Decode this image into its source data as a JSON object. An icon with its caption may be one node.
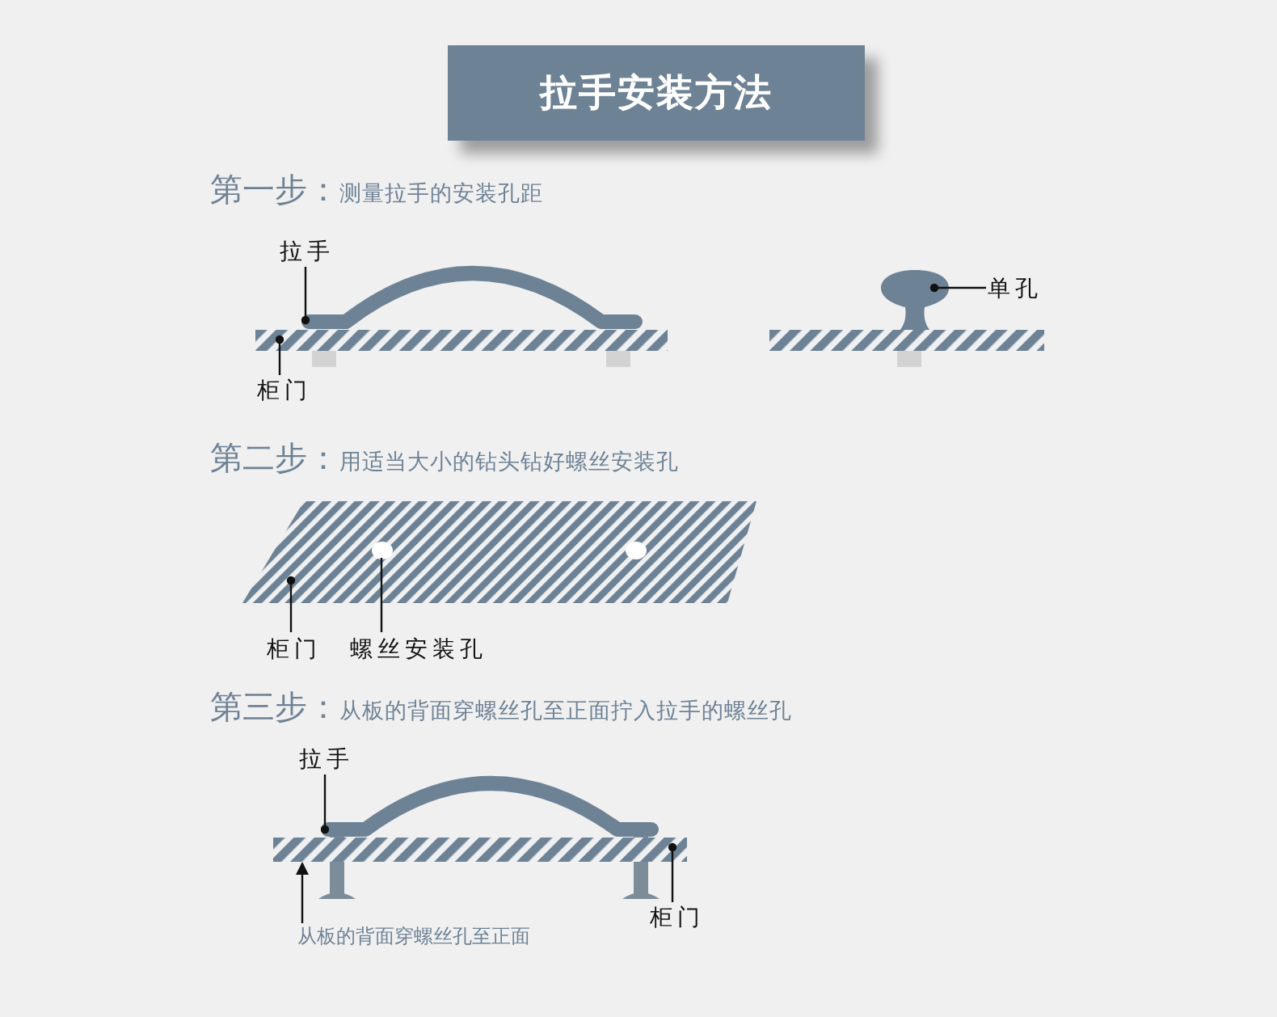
{
  "diagram": {
    "title": "拉手安装方法",
    "nodes": [
      {
        "text": [
          "拉手"
        ]
      },
      {
        "text": [],
        "shape": "bar"
      },
      {
        "text": [],
        "shape": "box"
      },
      {
        "text": [
          "柜门"
        ]
      },
      {
        "text": [],
        "shape": "circle"
      },
      {
        "text": [
          "单孔"
        ]
      },
      {
        "text": [],
        "shape": "box"
      },
      {
        "text": [],
        "shape": "circle",
        "in": 6
      },
      {
        "text": [
          "柜门"
        ]
      },
      {
        "text": [
          "螺丝安装孔"
        ]
      },
      {
        "text": [
          "拉手"
        ]
      },
      {
        "text": [],
        "shape": "bar"
      },
      {
        "text": [],
        "shape": "box"
      },
      {
        "text": [
          "从板的背面穿螺丝孔至正面"
        ]
      },
      {
        "text": [
          "柜门"
        ]
      },
      {
        "text": [],
        "shape": "box"
      },
      {
        "text": [],
        "shape": "circle",
        "in": 6
      }
    ],
    "edges": [
      {
        "from": 0,
        "to": 1,
        "arrow": "other"
      },
      {
        "from": 3,
        "to": 2,
        "arrow": "other"
      },
      {
        "from": 5,
        "to": 4,
        "arrow": "other"
      },
      {
        "from": 8,
        "to": 6,
        "arrow": "other"
      },
      {
        "from": 9,
        "to": 7,
        "arrow": "none"
      },
      {
        "from": 10,
        "to": 11,
        "arrow": "other"
      },
      {
        "from": 13,
        "to": 12,
        "arrow": "to"
      },
      {
        "from": 14,
        "to": 12,
        "arrow": "other"
      }
    ],
    "labels": [
      "第一步：",
      "测量拉手的安装孔距",
      "第二步：",
      "用适当大小的钻头钻好螺丝安装孔",
      "第三步：",
      "从板的背面穿螺丝孔至正面拧入拉手的螺丝孔"
    ]
  }
}
